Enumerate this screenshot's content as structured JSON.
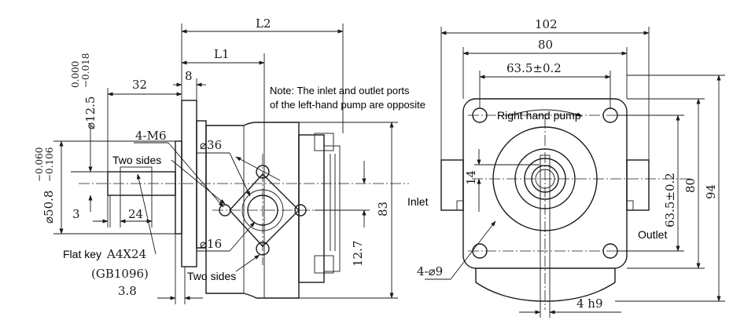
{
  "dimensions": {
    "l2": "L2",
    "l1": "L1",
    "d8": "8",
    "d32": "32",
    "shaft_dia_label": "⌀12.5",
    "shaft_tol_upper": "0.000",
    "shaft_tol_lower": "−0.018",
    "pilot_dia_label": "⌀50.8",
    "pilot_tol_upper": "−0.060",
    "pilot_tol_lower": "−0.106",
    "d3": "3",
    "d24": "24",
    "d3_8": "3.8",
    "m6": "4-M6",
    "d36": "⌀36",
    "d16": "⌀16",
    "d83": "83",
    "d12_7": "12.7",
    "d102": "102",
    "d80_top": "80",
    "d63_5_top": "63.5±0.2",
    "d14": "14",
    "d63_5_side": "63.5±0.2",
    "d80_side": "80",
    "d94": "94",
    "holes": "4-⌀9",
    "key_width": "4 h9"
  },
  "labels": {
    "two_sides_upper": "Two sides",
    "two_sides_lower": "Two sides",
    "flat_key": "Flat key",
    "flat_key_spec": "A4X24",
    "gb_standard": "(GB1096)",
    "note_line1": "Note: The inlet and outlet ports",
    "note_line2": "of the left-hand pump are opposite",
    "right_hand_pump": "Right hand pump",
    "inlet": "Inlet",
    "outlet": "Outlet"
  }
}
